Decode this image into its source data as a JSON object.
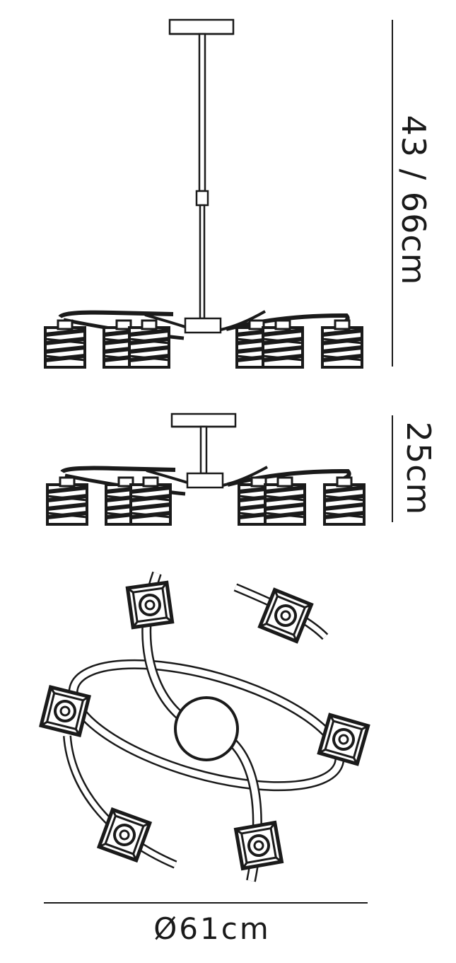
{
  "dimensions": {
    "height_adjustable": "43 / 66cm",
    "height_flush": "25cm",
    "diameter": "Ø61cm"
  },
  "colors": {
    "line": "#1a1a1a",
    "fill": "#ffffff"
  }
}
